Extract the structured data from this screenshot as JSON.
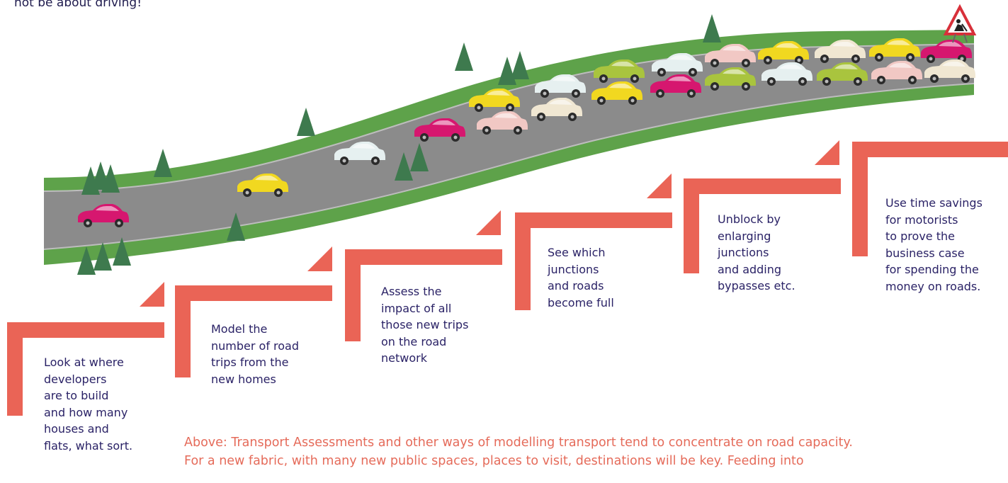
{
  "intro_text": "not be about driving!",
  "steps": [
    {
      "id": "step-1",
      "text": "Look at where\ndevelopers\nare to build\nand how many\nhouses and\nflats, what sort."
    },
    {
      "id": "step-2",
      "text": "Model the\nnumber of road\ntrips from the\nnew homes"
    },
    {
      "id": "step-3",
      "text": "Assess the\nimpact of all\nthose new trips\non the road\nnetwork"
    },
    {
      "id": "step-4",
      "text": "See which\njunctions\nand roads\nbecome full"
    },
    {
      "id": "step-5",
      "text": "Unblock by\nenlarging\njunctions\nand adding\nbypasses etc."
    },
    {
      "id": "step-6",
      "text": "Use time savings\nfor motorists\nto prove the\nbusiness case\nfor spending the\nmoney on roads."
    }
  ],
  "caption_line1": "Above: Transport Assessments and other ways of modelling transport tend to concentrate on road capacity.",
  "caption_line2": "For a new fabric, with many new public spaces, places to visit, destinations will be key. Feeding into",
  "colors": {
    "grass": "#5ea24a",
    "road": "#8b8b8b",
    "tree": "#3e7a4e",
    "step": "#ea6456",
    "text": "#2a2266",
    "caption": "#e56b5a",
    "car_magenta": "#d6176f",
    "car_yellow": "#f1d820",
    "car_white": "#e6f0f0",
    "car_cream": "#f0e7d2",
    "car_pink": "#f1c8c4",
    "car_lime": "#a9c43e"
  },
  "icons": [
    "tree-icon",
    "car-icon",
    "roadworks-sign-icon"
  ]
}
